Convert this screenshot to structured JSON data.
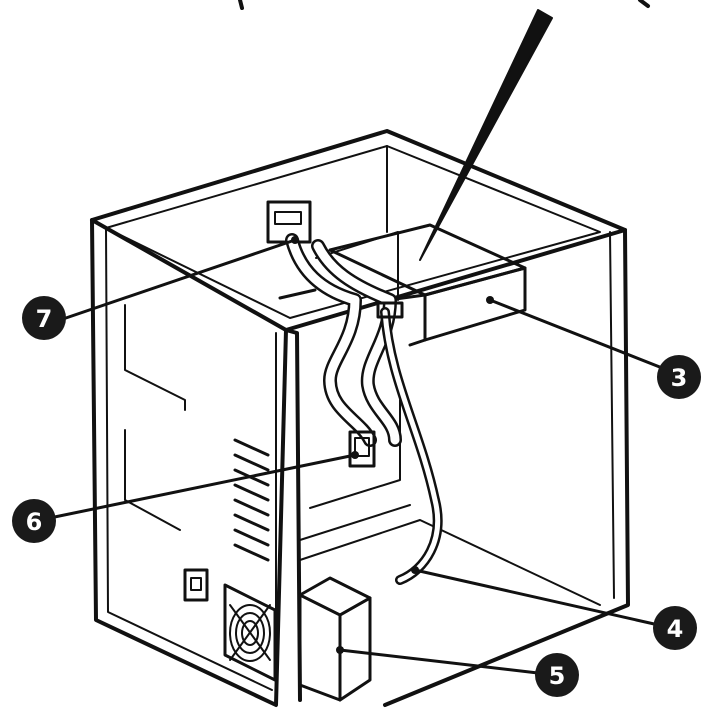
{
  "diagram": {
    "callouts": [
      {
        "id": "7",
        "label": "7"
      },
      {
        "id": "3",
        "label": "3"
      },
      {
        "id": "6",
        "label": "6"
      },
      {
        "id": "4",
        "label": "4"
      },
      {
        "id": "5",
        "label": "5"
      }
    ]
  },
  "colors": {
    "line": "#111111",
    "background": "#ffffff",
    "callout_fill": "#1a1a1a",
    "callout_text": "#ffffff"
  }
}
